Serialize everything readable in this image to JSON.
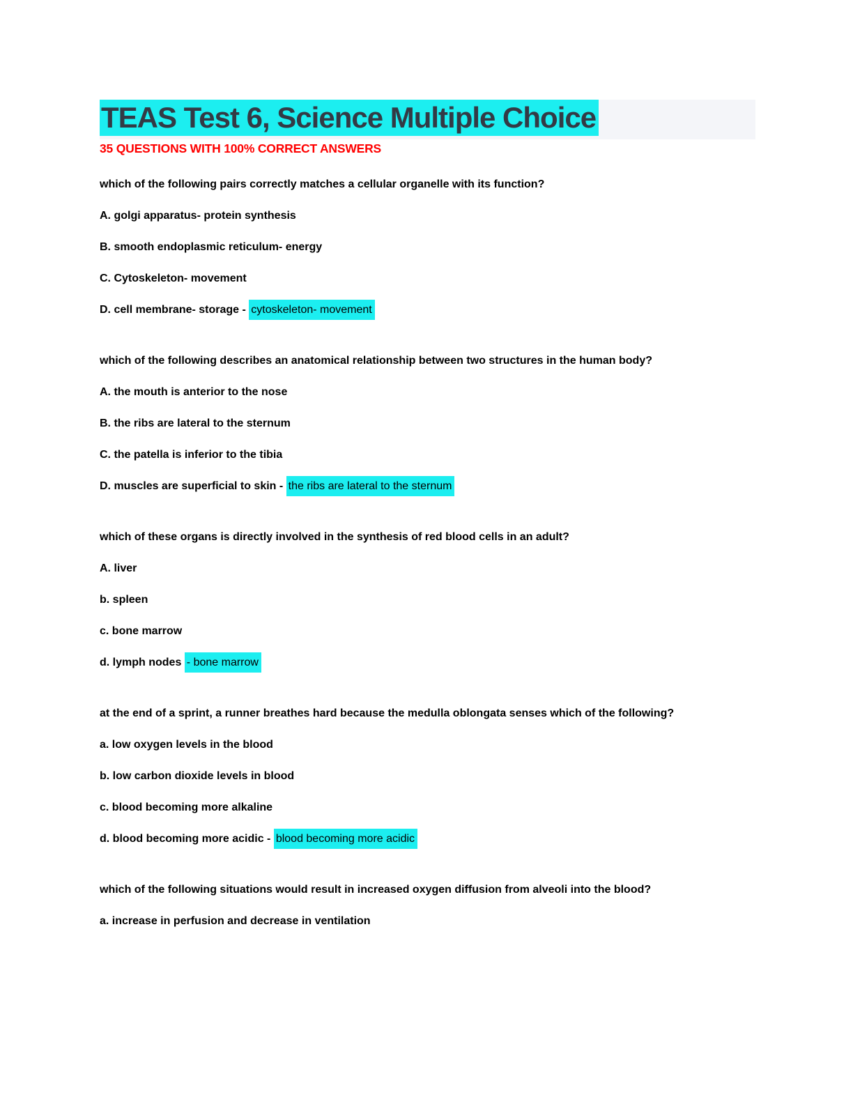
{
  "header": {
    "title": "TEAS Test 6, Science Multiple Choice",
    "subtitle": "35 QUESTIONS WITH 100% CORRECT ANSWERS"
  },
  "colors": {
    "highlight": "#1ceef0",
    "title_text": "#333a45",
    "title_trailing_block": "#f4f5f9",
    "subtitle_text": "#ff0000",
    "body_text": "#000000"
  },
  "questions": [
    {
      "question": "which of the following pairs correctly matches a cellular organelle with its function?",
      "options": [
        {
          "text": "A. golgi apparatus- protein synthesis"
        },
        {
          "text": "B. smooth endoplasmic reticulum- energy"
        },
        {
          "text": "C. Cytoskeleton- movement"
        },
        {
          "text": "D. cell membrane- storage - ",
          "answer": "cytoskeleton- movement"
        }
      ]
    },
    {
      "question": "which of the following describes an anatomical relationship between two structures in the human body?",
      "options": [
        {
          "text": "A. the mouth is anterior to the nose"
        },
        {
          "text": "B. the ribs are lateral to the sternum"
        },
        {
          "text": "C. the patella is inferior to the tibia"
        },
        {
          "text": "D. muscles are superficial to skin - ",
          "answer": "the ribs are lateral to the sternum"
        }
      ]
    },
    {
      "question": "which of these organs is directly involved in the synthesis of red blood cells in an adult?",
      "options": [
        {
          "text": "A. liver"
        },
        {
          "text": "b. spleen"
        },
        {
          "text": "c. bone marrow"
        },
        {
          "text": "d. lymph nodes ",
          "answer": "- bone marrow"
        }
      ]
    },
    {
      "question": "at the end of a sprint, a runner breathes hard because the medulla oblongata senses which of the following?",
      "options": [
        {
          "text": "a. low oxygen levels in the blood"
        },
        {
          "text": "b. low carbon dioxide levels in blood"
        },
        {
          "text": "c. blood becoming more alkaline"
        },
        {
          "text": "d. blood becoming more acidic - ",
          "answer": "blood becoming more acidic"
        }
      ]
    },
    {
      "question": "which of the following situations would result in increased oxygen diffusion from alveoli into the blood?",
      "options": [
        {
          "text": "a. increase in perfusion and decrease in ventilation"
        }
      ]
    }
  ]
}
